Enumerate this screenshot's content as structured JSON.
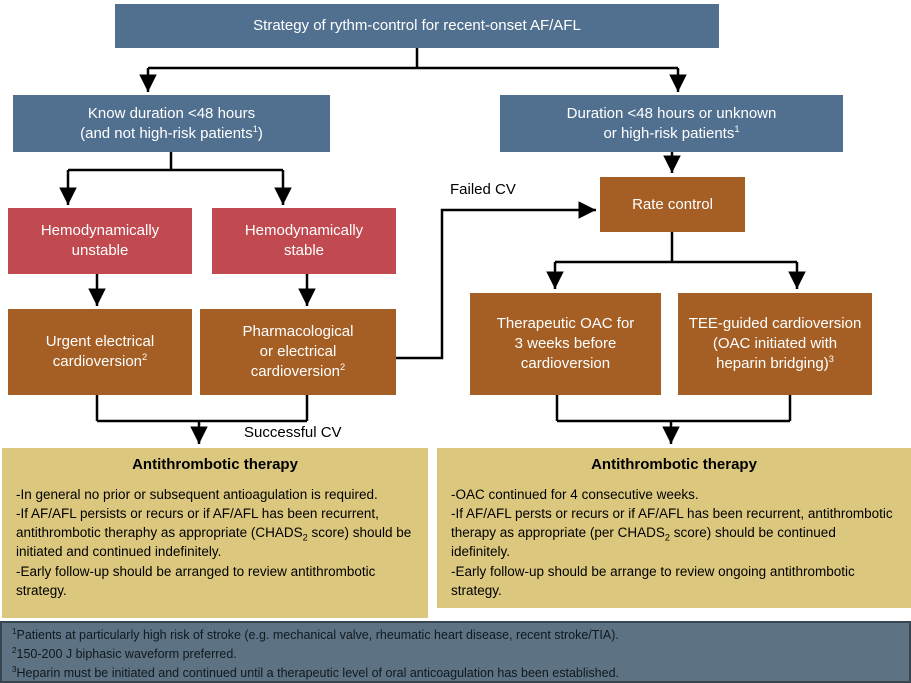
{
  "colors": {
    "steel_blue": "#51708f",
    "red": "#c04a50",
    "brown": "#a55f25",
    "tan": "#dbc87e",
    "footer_bg": "#5d7383",
    "connector_line": "#000000"
  },
  "title": "Strategy of rythm-control for recent-onset AF/AFL",
  "nodes": {
    "known_duration": {
      "line1": "Know duration <48 hours",
      "line2": "(and not high-risk patients",
      "sup": "1",
      "line2_end": ")"
    },
    "unknown_duration": {
      "line1": "Duration <48 hours or unknown",
      "line2": "or high-risk patients",
      "sup": "1"
    },
    "hemo_unstable": {
      "line1": "Hemodynamically",
      "line2": "unstable"
    },
    "hemo_stable": {
      "line1": "Hemodynamically",
      "line2": "stable"
    },
    "urgent_cv": {
      "line1": "Urgent electrical",
      "line2": "cardioversion",
      "sup": "2"
    },
    "pharm_cv": {
      "line1": "Pharmacological",
      "line2": "or electrical",
      "line3": "cardioversion",
      "sup": "2"
    },
    "rate_control": {
      "line1": "Rate control"
    },
    "oac_3weeks": {
      "line1": "Therapeutic OAC for",
      "line2": "3 weeks before",
      "line3": "cardioversion"
    },
    "tee_cv": {
      "line1": "TEE-guided cardioversion",
      "line2": "(OAC initiated with",
      "line3": "heparin bridging)",
      "sup": "3"
    }
  },
  "edge_labels": {
    "failed_cv": "Failed CV",
    "successful_cv": "Successful CV"
  },
  "antithrombotic_left": {
    "header": "Antithrombotic therapy",
    "items": [
      {
        "pre": "-In general no prior or subsequent antioagulation is required."
      },
      {
        "pre": "-If AF/AFL persists or recurs or if AF/AFL has been recurrent, antithrombotic theraphy as appropriate (CHADS",
        "sub": "2",
        "post": " score) should be initiated and continued indefinitely."
      },
      {
        "pre": "-Early follow-up should be arranged to review antithrombotic strategy."
      }
    ]
  },
  "antithrombotic_right": {
    "header": "Antithrombotic therapy",
    "items": [
      {
        "pre": "-OAC continued for 4 consecutive weeks."
      },
      {
        "pre": "-If AF/AFL persts or recurs or if AF/AFL has been recurrent, antithrombotic therapy as appropriate (per CHADS",
        "sub": "2",
        "post": " score) should be continued idefinitely."
      },
      {
        "pre": "-Early follow-up should be arrange to review ongoing antithrombotic strategy."
      }
    ]
  },
  "footnotes": {
    "items": [
      {
        "sup": "1",
        "text": "Patients at particularly high risk of stroke (e.g. mechanical valve, rheumatic heart disease, recent stroke/TIA)."
      },
      {
        "sup": "2",
        "text": "150-200 J biphasic waveform preferred."
      },
      {
        "sup": "3",
        "text": "Heparin must be initiated and continued until a therapeutic level of oral anticoagulation has been established."
      }
    ]
  }
}
